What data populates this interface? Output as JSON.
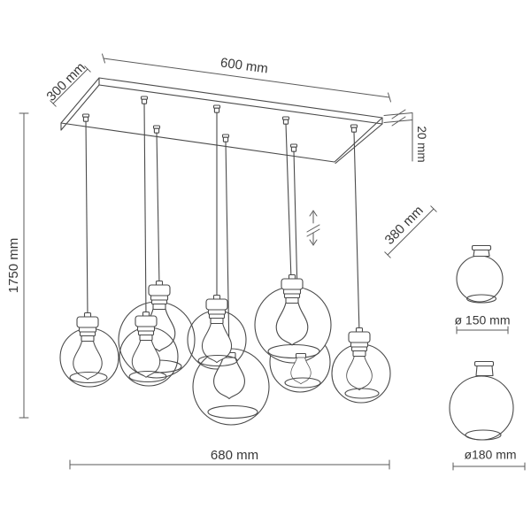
{
  "diagram": {
    "background": "#ffffff",
    "line_color": "#4a4a4a",
    "text_color": "#383838",
    "dimensions": {
      "canopy_length": "600 mm",
      "canopy_depth": "300 mm",
      "canopy_thickness": "20 mm",
      "hanging_height": "1750 mm",
      "adjustable_length": "380 mm",
      "fixture_span": "680 mm",
      "shade_small": "ø 150 mm",
      "shade_large": "ø180 mm"
    }
  }
}
